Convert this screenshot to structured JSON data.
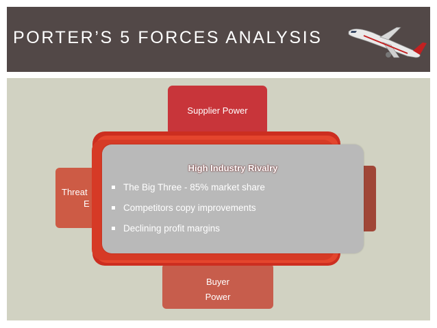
{
  "slide": {
    "title": "PORTER’S 5 FORCES ANALYSIS",
    "colors": {
      "header": "#524847",
      "background": "#d1d2c2",
      "accent": "#c8353a"
    }
  },
  "diagram": {
    "supplier": "Supplier Power",
    "threat_line1": "Threat",
    "threat_line2": "E",
    "buyer_line1": "Buyer",
    "buyer_line2": "Power",
    "center": {
      "title": "High Industry Rivalry",
      "bullets": [
        "The Big Three - 85% market share",
        "Competitors copy improvements",
        "Declining profit margins"
      ]
    }
  },
  "image": {
    "icon": "airplane-image"
  }
}
